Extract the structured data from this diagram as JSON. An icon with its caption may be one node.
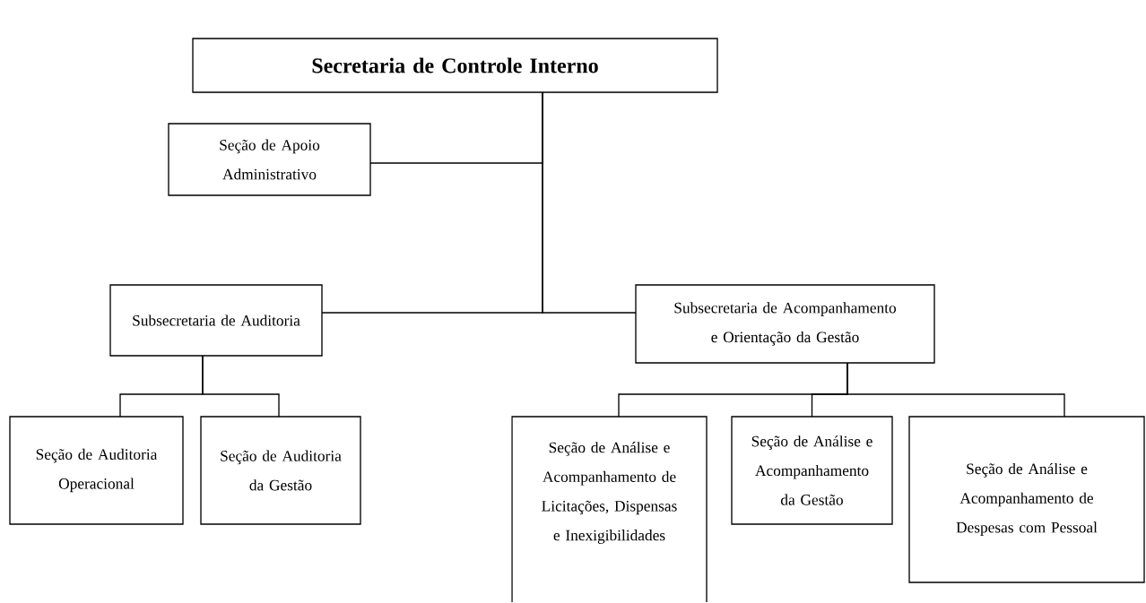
{
  "diagram": {
    "nodes": [
      {
        "text": [
          "Secretaria de Controle Interno"
        ]
      },
      {
        "text": [
          "Seção de Apoio Administrativo"
        ]
      },
      {
        "text": [
          "Subsecretaria de Auditoria"
        ]
      },
      {
        "text": [
          "Subsecretaria de Acompanhamento e Orientação da Gestão"
        ]
      },
      {
        "text": [
          "Seção de Auditoria Operacional"
        ]
      },
      {
        "text": [
          "Seção de Auditoria da Gestão"
        ]
      },
      {
        "text": [
          "Seção de Análise e Acompanhamento de Licitações, Dispensas e Inexigibilidades"
        ]
      },
      {
        "text": [
          "Seção de Análise e Acompanhamento da Gestão"
        ]
      },
      {
        "text": [
          "Seção de Análise e Acompanhamento de Despesas com Pessoal"
        ]
      }
    ],
    "edges": [
      {
        "from": 0,
        "to": 1,
        "arrow": "none"
      },
      {
        "from": 0,
        "to": 2,
        "arrow": "none"
      },
      {
        "from": 0,
        "to": 3,
        "arrow": "none"
      },
      {
        "from": 2,
        "to": 4,
        "arrow": "none"
      },
      {
        "from": 2,
        "to": 5,
        "arrow": "none"
      },
      {
        "from": 3,
        "to": 6,
        "arrow": "none"
      },
      {
        "from": 3,
        "to": 7,
        "arrow": "none"
      },
      {
        "from": 3,
        "to": 8,
        "arrow": "none"
      }
    ]
  }
}
